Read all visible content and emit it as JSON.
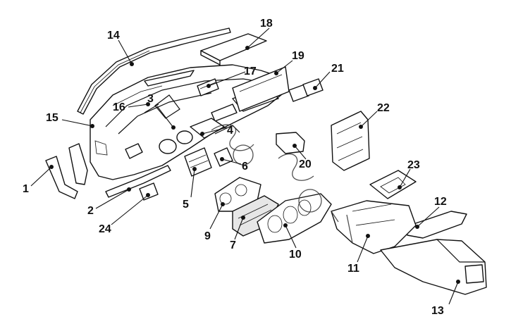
{
  "diagram": {
    "callouts": [
      {
        "id": "c1",
        "label": "1"
      },
      {
        "id": "c2",
        "label": "2"
      },
      {
        "id": "c3",
        "label": "3"
      },
      {
        "id": "c4",
        "label": "4"
      },
      {
        "id": "c5",
        "label": "5"
      },
      {
        "id": "c6",
        "label": "6"
      },
      {
        "id": "c7",
        "label": "7"
      },
      {
        "id": "c9",
        "label": "9"
      },
      {
        "id": "c10",
        "label": "10"
      },
      {
        "id": "c11",
        "label": "11"
      },
      {
        "id": "c12",
        "label": "12"
      },
      {
        "id": "c13",
        "label": "13"
      },
      {
        "id": "c14",
        "label": "14"
      },
      {
        "id": "c15",
        "label": "15"
      },
      {
        "id": "c16",
        "label": "16"
      },
      {
        "id": "c17",
        "label": "17"
      },
      {
        "id": "c18",
        "label": "18"
      },
      {
        "id": "c19",
        "label": "19"
      },
      {
        "id": "c20",
        "label": "20"
      },
      {
        "id": "c21",
        "label": "21"
      },
      {
        "id": "c22",
        "label": "22"
      },
      {
        "id": "c23",
        "label": "23"
      },
      {
        "id": "c24",
        "label": "24"
      }
    ]
  },
  "colors": {
    "line": "#111111",
    "background": "#ffffff"
  }
}
